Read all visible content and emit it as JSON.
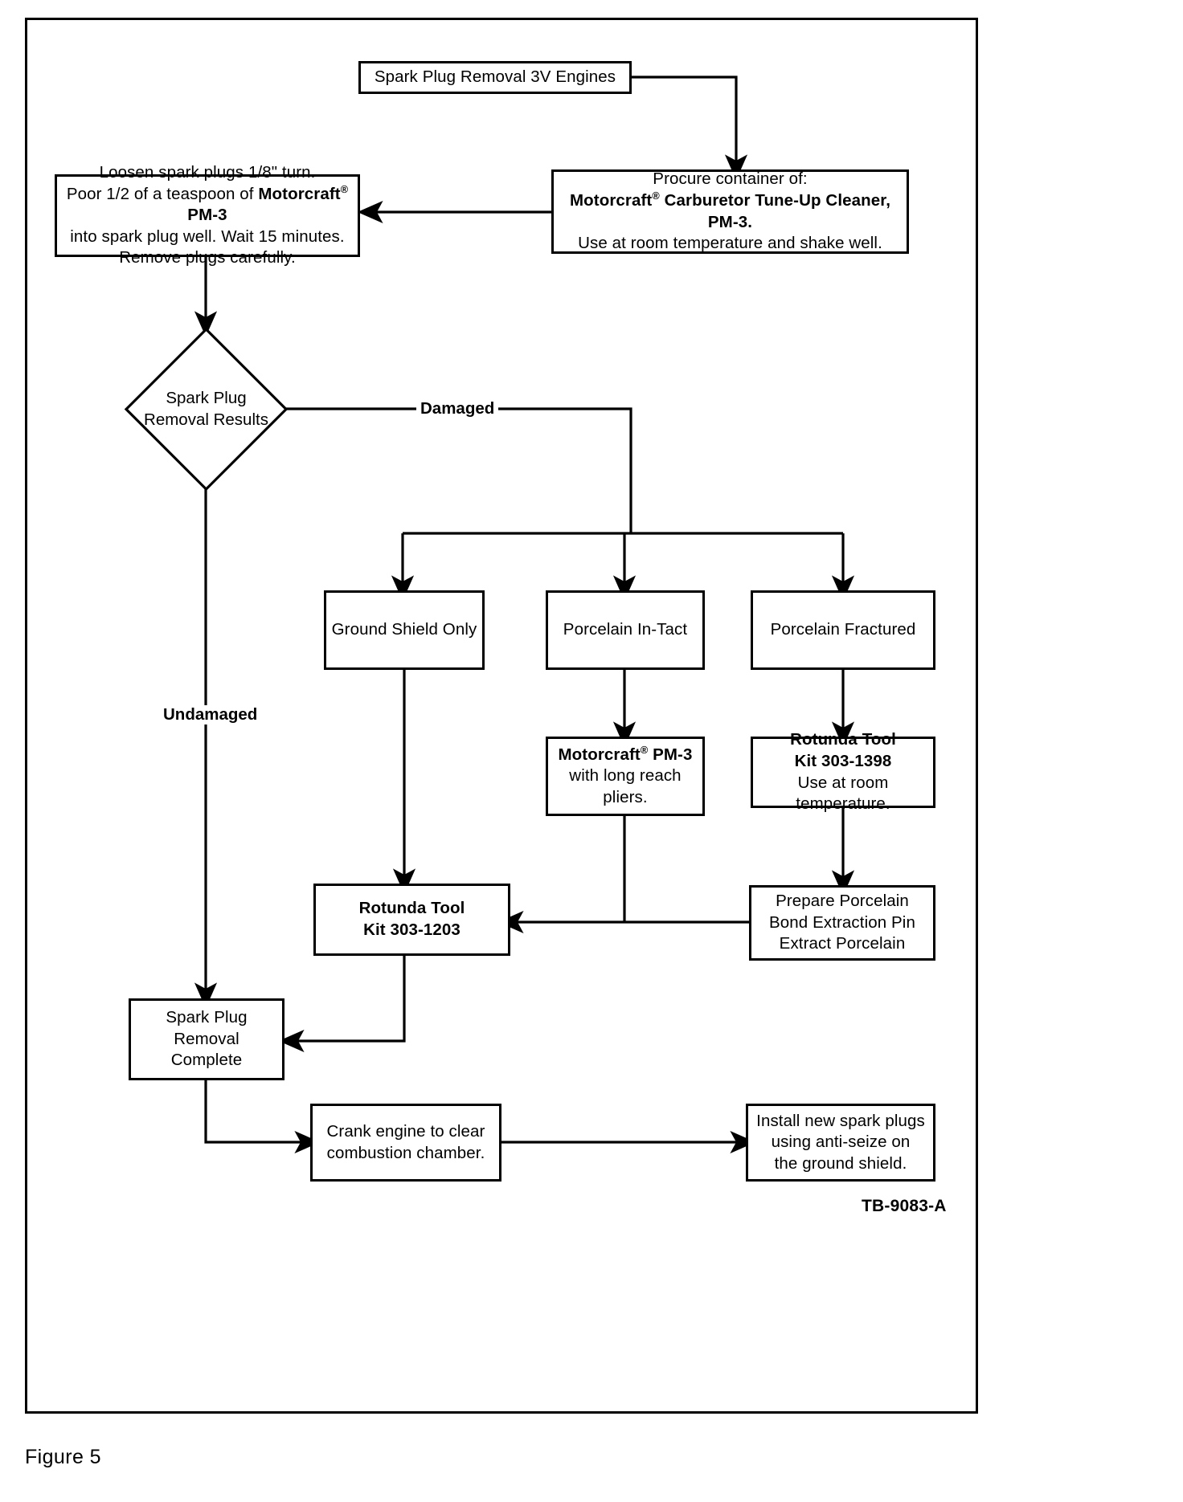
{
  "figure": {
    "caption": "Figure 5",
    "code": "TB-9083-A"
  },
  "nodes": {
    "start": {
      "line1": "Spark Plug Removal 3V Engines"
    },
    "procure": {
      "line1": "Procure container of:",
      "line2": "Motorcraft® Carburetor Tune-Up Cleaner, PM-3.",
      "line3": "Use at room temperature and shake well."
    },
    "loosen": {
      "line1": "Loosen spark plugs 1/8\" turn.",
      "line2a": "Poor 1/2 of a teaspoon of ",
      "line2b": "Motorcraft® PM-3",
      "line3": "into spark plug well. Wait 15 minutes.",
      "line4": "Remove plugs carefully."
    },
    "decision": {
      "line1": "Spark Plug",
      "line2": "Removal Results"
    },
    "ground_shield": {
      "line1": "Ground Shield Only"
    },
    "porcelain_intact": {
      "line1": "Porcelain In-Tact"
    },
    "porcelain_fractured": {
      "line1": "Porcelain Fractured"
    },
    "pm3_pliers": {
      "line1": "Motorcraft® PM-3",
      "line2": "with long reach pliers."
    },
    "rotunda_1398": {
      "line1": "Rotunda Tool",
      "line2": "Kit 303-1398",
      "line3": "Use at room temperature."
    },
    "prepare_porcelain": {
      "line1": "Prepare Porcelain",
      "line2": "Bond Extraction Pin",
      "line3": "Extract Porcelain"
    },
    "rotunda_1203": {
      "line1": "Rotunda Tool",
      "line2": "Kit 303-1203"
    },
    "removal_complete": {
      "line1": "Spark Plug Removal",
      "line2": "Complete"
    },
    "crank_engine": {
      "line1": "Crank engine to clear",
      "line2": "combustion chamber."
    },
    "install_plugs": {
      "line1": "Install new spark plugs",
      "line2": "using anti-seize on",
      "line3": "the ground shield."
    }
  },
  "edge_labels": {
    "damaged": "Damaged",
    "undamaged": "Undamaged"
  },
  "colors": {
    "stroke": "#000000",
    "background": "#ffffff"
  }
}
